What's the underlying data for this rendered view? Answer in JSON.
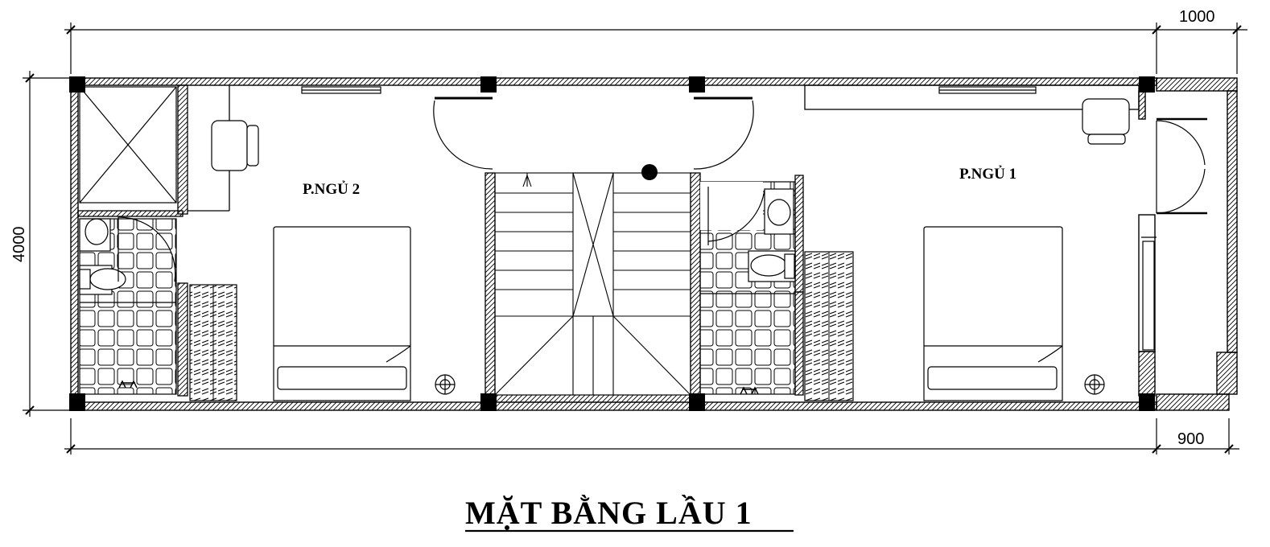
{
  "drawing": {
    "title": "MẶT BẰNG LẦU 1",
    "rooms": {
      "bedroom_2": "P.NGỦ 2",
      "bedroom_1": "P.NGỦ 1"
    },
    "dimensions": {
      "top_right": "1000",
      "bottom_right": "900",
      "left_height": "4000"
    }
  },
  "colors": {
    "line": "#000000",
    "background": "#ffffff"
  }
}
